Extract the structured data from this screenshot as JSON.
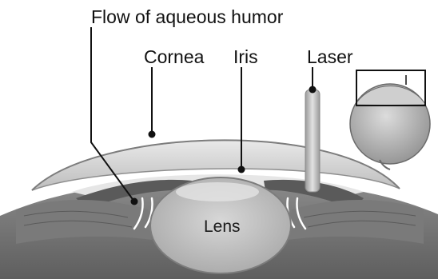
{
  "labels": {
    "flow": "Flow of aqueous humor",
    "cornea": "Cornea",
    "iris": "Iris",
    "laser": "Laser",
    "lens": "Lens"
  },
  "colors": {
    "ink": "#111111",
    "lens_fill": "#c9c9c9",
    "cornea_fill": "#d4d4d4",
    "tissue_dark": "#6f6f6f",
    "tissue_mid": "#9a9a9a",
    "tissue_light": "#bdbdbd",
    "aqueous": "#e6e6e6"
  },
  "icons": {
    "inset": "eyeball-inset-icon",
    "laser_probe": "laser-probe-icon"
  }
}
